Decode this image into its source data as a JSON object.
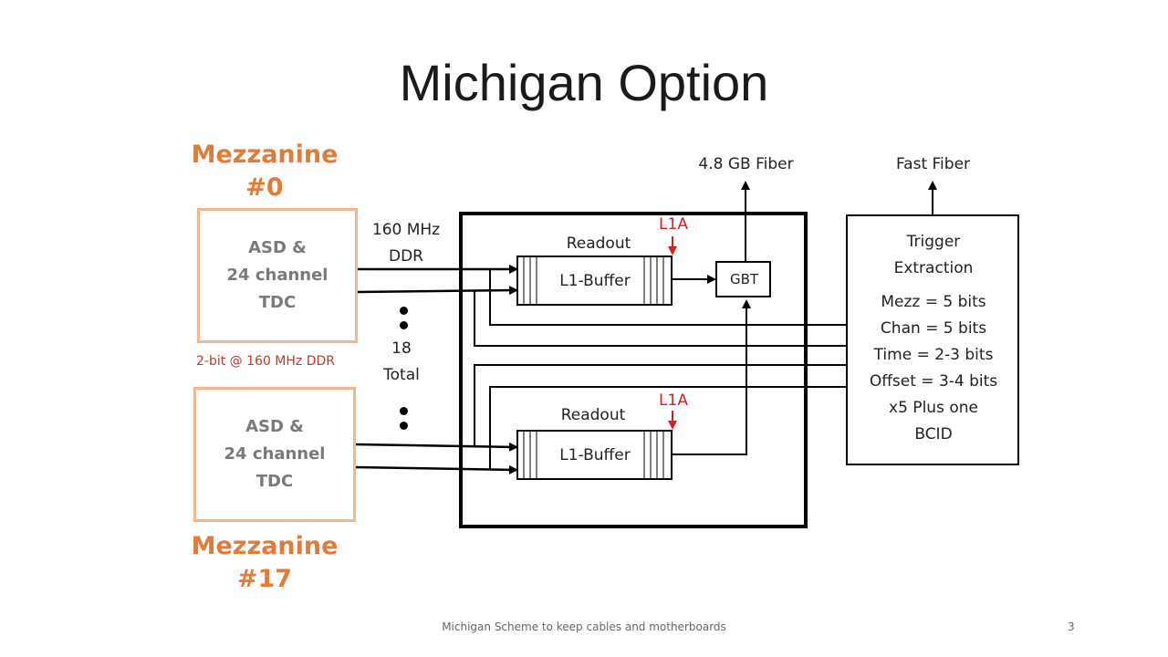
{
  "title": "Michigan Option",
  "mezzanine_top": {
    "label_line1": "Mezzanine",
    "label_line2": "#0",
    "box": {
      "line1": "ASD &",
      "line2": "24 channel",
      "line3": "TDC"
    }
  },
  "mezzanine_bottom": {
    "label_line1": "Mezzanine",
    "label_line2": "#17",
    "box": {
      "line1": "ASD &",
      "line2": "24 channel",
      "line3": "TDC"
    }
  },
  "clock": {
    "line1": "160 MHz",
    "line2": "DDR"
  },
  "total": {
    "line1": "18",
    "line2": "Total"
  },
  "bitrate_note": "2-bit @ 160 MHz DDR",
  "readout_top": {
    "label": "Readout",
    "buffer": "L1-Buffer",
    "l1a": "L1A"
  },
  "readout_bottom": {
    "label": "Readout",
    "buffer": "L1-Buffer",
    "l1a": "L1A"
  },
  "gbt": "GBT",
  "fiber_gb": "4.8 GB Fiber",
  "fiber_fast": "Fast Fiber",
  "trigger": {
    "line1": "Trigger",
    "line2": "Extraction",
    "line3": "Mezz = 5 bits",
    "line4": "Chan = 5 bits",
    "line5": "Time = 2-3 bits",
    "line6": "Offset = 3-4 bits",
    "line7": "x5 Plus one",
    "line8": "BCID"
  },
  "footer": {
    "text": "Michigan Scheme to keep cables and motherboards",
    "page": "3"
  },
  "colors": {
    "accent": "#e07b39",
    "mezz_border": "#f1b590",
    "l1a": "#d62020"
  }
}
